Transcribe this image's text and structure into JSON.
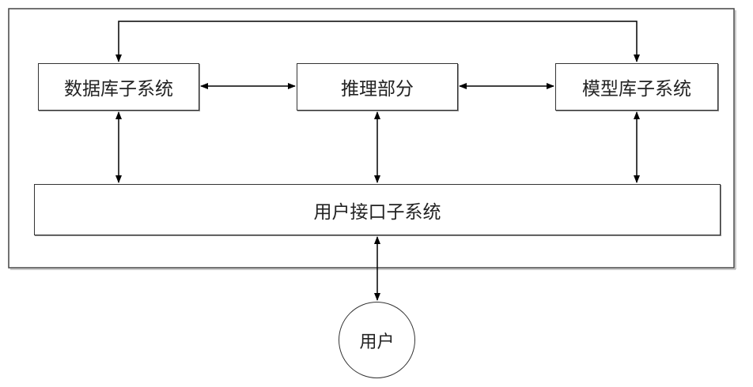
{
  "diagram": {
    "nodes": {
      "database_subsystem": "数据库子系统",
      "inference_part": "推理部分",
      "model_base_subsystem": "模型库子系统",
      "user_interface_subsystem": "用户接口子系统",
      "user": "用户"
    },
    "edges": [
      {
        "from": "database_subsystem",
        "to": "model_base_subsystem",
        "direction": "both",
        "route": "over-top"
      },
      {
        "from": "database_subsystem",
        "to": "inference_part",
        "direction": "both"
      },
      {
        "from": "inference_part",
        "to": "model_base_subsystem",
        "direction": "both"
      },
      {
        "from": "database_subsystem",
        "to": "user_interface_subsystem",
        "direction": "both"
      },
      {
        "from": "inference_part",
        "to": "user_interface_subsystem",
        "direction": "both"
      },
      {
        "from": "model_base_subsystem",
        "to": "user_interface_subsystem",
        "direction": "both"
      },
      {
        "from": "user_interface_subsystem",
        "to": "user",
        "direction": "both"
      }
    ],
    "colors": {
      "line": "#000000",
      "border": "#333333",
      "text": "#222222",
      "background": "#ffffff"
    }
  }
}
